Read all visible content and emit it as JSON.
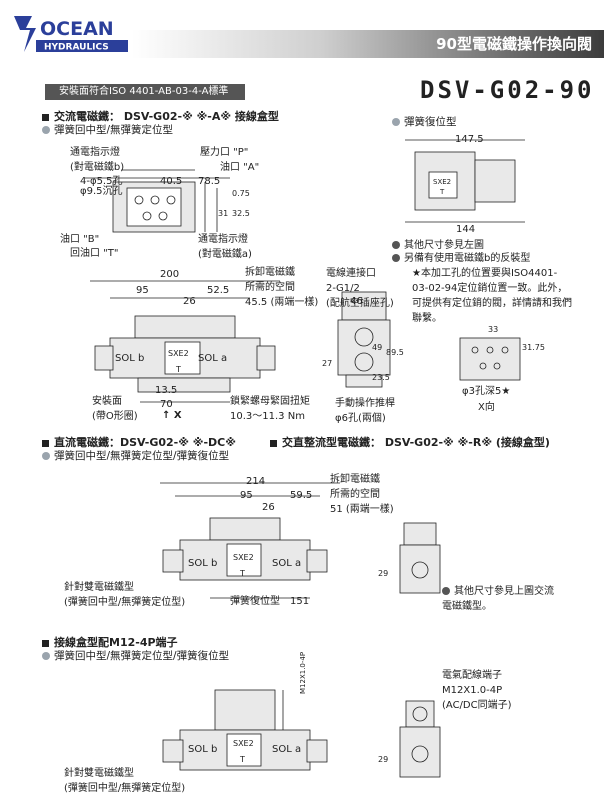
{
  "brand": {
    "name": "OCEAN",
    "sub": "HYDRAULICS"
  },
  "title": "90型電磁鐵操作換向閥",
  "standard": "安裝面符合ISO 4401-AB-03-4-A標準",
  "model": "DSV-G02-90",
  "sec_ac": {
    "heading": "交流電磁鐵： DSV-G02-※ ※-A※  接線盒型",
    "sub": "彈簧回中型/無彈簧定位型"
  },
  "sec_spring": {
    "heading": "彈簧復位型",
    "dim_top": "147.5",
    "dim_bottom": "144",
    "b1": "其他尺寸參見左圖",
    "b2": "另備有使用電磁鐵b的反裝型"
  },
  "iso_note": "★本加工孔的位置要與ISO4401-03-02-94定位銷位置一致。此外，可提供有定位銷的閥，詳情請和我們聯繫。",
  "top_view": {
    "lamp_b": "通電指示燈",
    "lamp_b2": "(對電磁鐵b)",
    "port_p": "壓力口 \"P\"",
    "port_a": "油口 \"A\"",
    "holes": "4-φ5.5孔",
    "cbore": "φ9.5沉孔",
    "d405": "40.5",
    "d785": "78.5",
    "d075": "0.75",
    "d31": "31",
    "d325": "32.5",
    "port_b": "油口 \"B\"",
    "port_t": "回油口 \"T\"",
    "lamp_a": "通電指示燈",
    "lamp_a2": "(對電磁鐵a)"
  },
  "front_ac": {
    "d200": "200",
    "d95": "95",
    "d525": "52.5",
    "d26": "26",
    "d135": "13.5",
    "d70": "70",
    "space": "拆卸電磁鐵",
    "space2": "所需的空間",
    "space3": "45.5 (兩端一樣)",
    "sol_b": "SOL b",
    "sol_a": "SOL a",
    "sxe": "SXE2",
    "t": "T",
    "mount": "安裝面",
    "mount2": "(帶O形圈)",
    "torque": "鎖緊螺母緊固扭矩",
    "torque2": "10.3～11.3 Nm",
    "x": "X"
  },
  "side_ac": {
    "wire": "電線連接口",
    "wire2": "2-G1/2",
    "wire3": "(配航空插座孔)",
    "d46": "46",
    "d27": "27",
    "d49": "49",
    "d895": "89.5",
    "d235": "23.5",
    "manual": "手動操作推桿",
    "manual2": "φ6孔(兩個)"
  },
  "pattern": {
    "d33": "33",
    "d3175": "31.75",
    "hole": "φ3孔深5★",
    "xview": "X向"
  },
  "sec_dc": {
    "heading": "直流電磁鐵：DSV-G02-※ ※-DC※",
    "sub": "彈簧回中型/無彈簧定位型/彈簧復位型"
  },
  "sec_ac_rect": {
    "heading": "交直整流型電磁鐵：  DSV-G02-※ ※-R※ (接線盒型)"
  },
  "front_dc": {
    "d214": "214",
    "d95": "95",
    "d595": "59.5",
    "d26": "26",
    "space": "拆卸電磁鐵",
    "space2": "所需的空間",
    "space3": "51 (兩端一樣)",
    "sol_b": "SOL b",
    "sol_a": "SOL a",
    "sxe": "SXE2",
    "t": "T",
    "double": "針對雙電磁鐵型",
    "double2": "(彈簧回中型/無彈簧定位型)",
    "single": "彈簧復位型",
    "d151": "151",
    "d29": "29"
  },
  "rect_note": "其他尺寸參見上圖交流電磁鐵型。",
  "sec_m12": {
    "heading": "接線盒型配M12-4P端子",
    "sub": "彈簧回中型/無彈簧定位型/彈簧復位型"
  },
  "front_m12": {
    "conn": "電氣配線端子",
    "conn2": "M12X1.0-4P",
    "conn3": "(AC/DC同端子)",
    "m12": "M12X1.0-4P",
    "sol_b": "SOL b",
    "sol_a": "SOL a",
    "sxe": "SXE2",
    "t": "T",
    "d29": "29",
    "double": "針對雙電磁鐵型",
    "double2": "(彈簧回中型/無彈簧定位型)"
  }
}
